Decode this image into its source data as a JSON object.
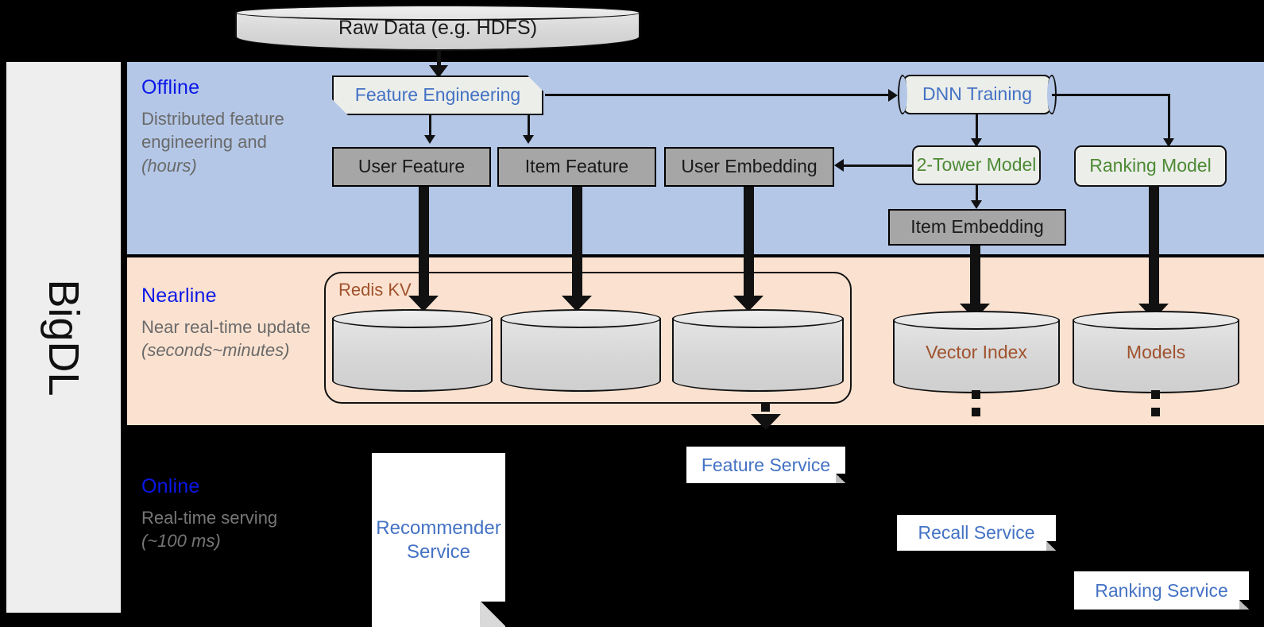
{
  "framework": {
    "name": "BigDL"
  },
  "source": {
    "raw_data_label": "Raw Data (e.g. HDFS)"
  },
  "bands": {
    "offline": {
      "title": "Offline",
      "description": "Distributed feature engineering and ",
      "description_italic": "(hours)",
      "bg_color": "#b4c7e7",
      "title_color": "#0b17e8"
    },
    "nearline": {
      "title": "Nearline",
      "description": "Near real-time update\n",
      "description_italic": "(seconds~minutes)",
      "bg_color": "#fbe2d0",
      "title_color": "#0b17e8"
    },
    "online": {
      "title": "Online",
      "description": "Real-time serving\n",
      "description_italic": "(~100 ms)",
      "bg_color": "#000000",
      "title_color": "#0b17e8"
    }
  },
  "offline_nodes": {
    "feature_engineering": "Feature Engineering",
    "dnn_training": "DNN Training",
    "user_feature": "User Feature",
    "item_feature": "Item Feature",
    "user_embedding": "User Embedding",
    "two_tower_model": "2-Tower Model",
    "ranking_model": "Ranking Model",
    "item_embedding": "Item Embedding"
  },
  "nearline_nodes": {
    "redis_kv": "Redis KV",
    "store_user_feature": "",
    "store_item_feature": "",
    "store_user_embedding": "",
    "vector_index": "Vector Index",
    "models": "Models"
  },
  "online_nodes": {
    "recommender_service": "Recommender\nService",
    "feature_service": "Feature Service",
    "recall_service": "Recall Service",
    "ranking_service": "Ranking Service"
  },
  "colors": {
    "offline_bg": "#b4c7e7",
    "nearline_bg": "#fbe2d0",
    "online_bg": "#000000",
    "band_title": "#0b17e8",
    "band_subtext": "#6a6a6a",
    "grey_box": "#a6a6a6",
    "proc_box": "#eceeea",
    "green_text": "#4e8a35",
    "blue_text": "#4472c4",
    "brown_text": "#a0522d",
    "sidebar_bg": "#eeeeee"
  }
}
